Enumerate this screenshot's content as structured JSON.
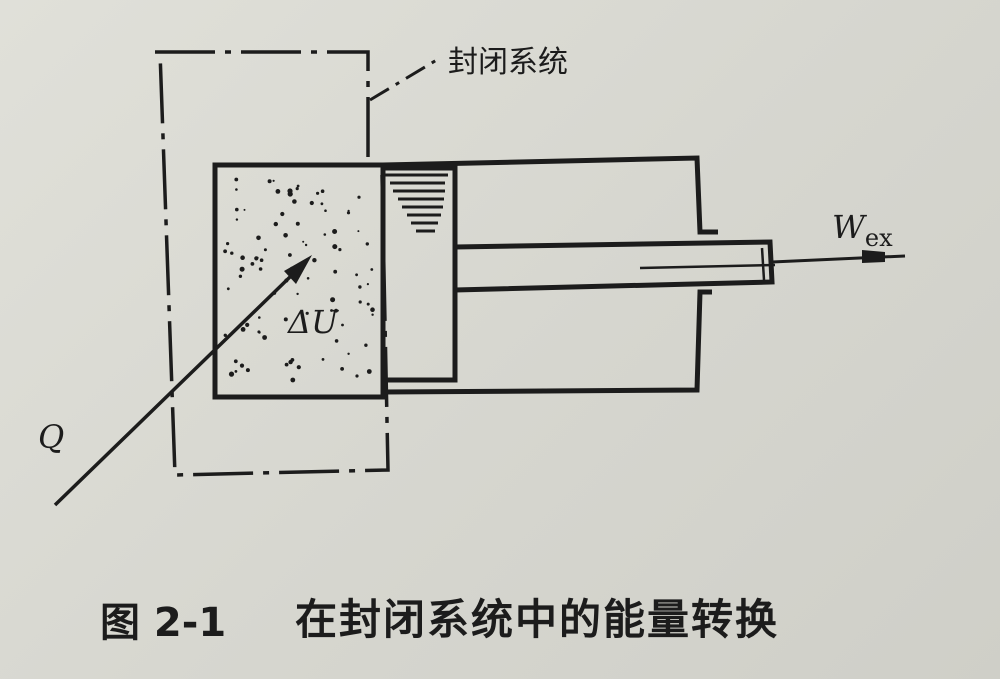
{
  "labels": {
    "closed_system": "封闭系统",
    "internal_energy": "ΔU",
    "heat": "Q",
    "work_main": "W",
    "work_sub": "ex"
  },
  "caption": {
    "number": "图 2-1",
    "text": "在封闭系统中的能量转换"
  }
}
